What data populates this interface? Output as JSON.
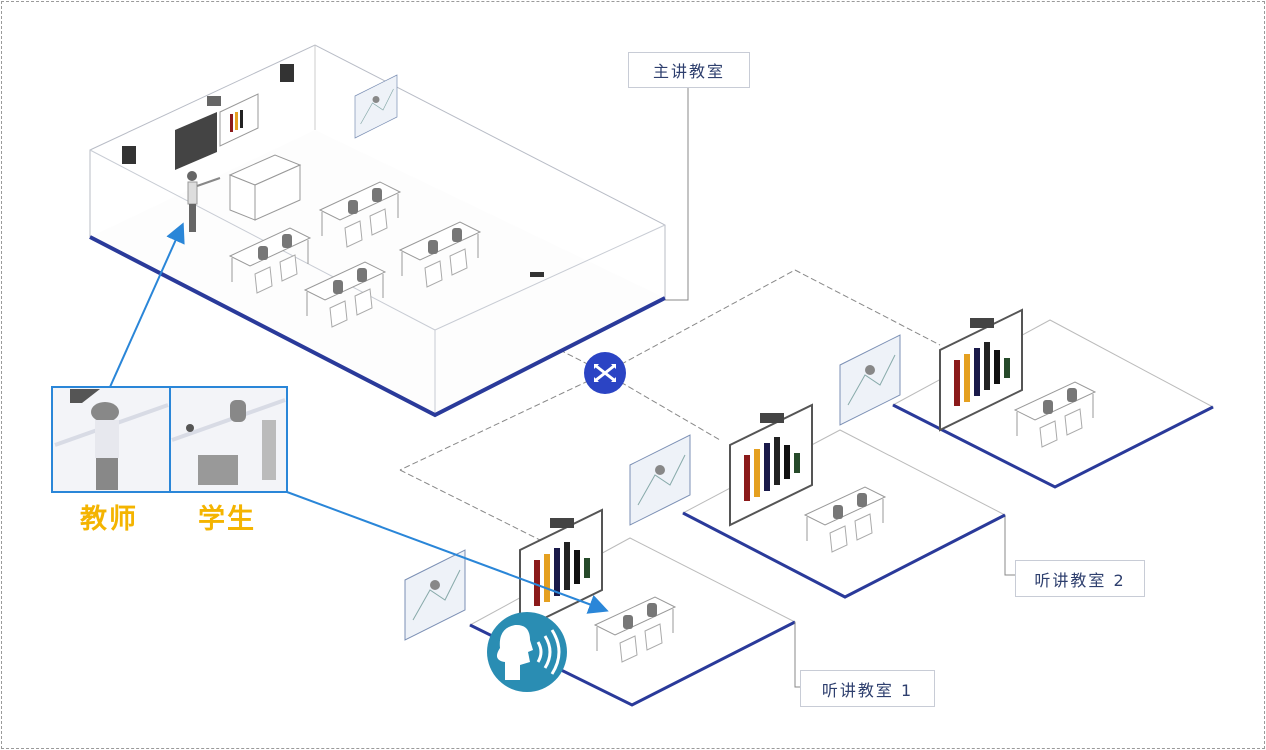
{
  "labels": {
    "main_classroom": "主讲教室",
    "listening_classroom_1": "听讲教室 1",
    "listening_classroom_2": "听讲教室 2",
    "teacher": "教师",
    "student": "学生"
  },
  "icons": [
    "network-switch-icon",
    "voice-speaking-icon"
  ],
  "colors": {
    "floor_edge": "#2a3a9a",
    "switch": "#2b44c4",
    "arrow": "#2a86d8",
    "highlight_text": "#f4b400",
    "voice_icon": "#2a8db3"
  }
}
